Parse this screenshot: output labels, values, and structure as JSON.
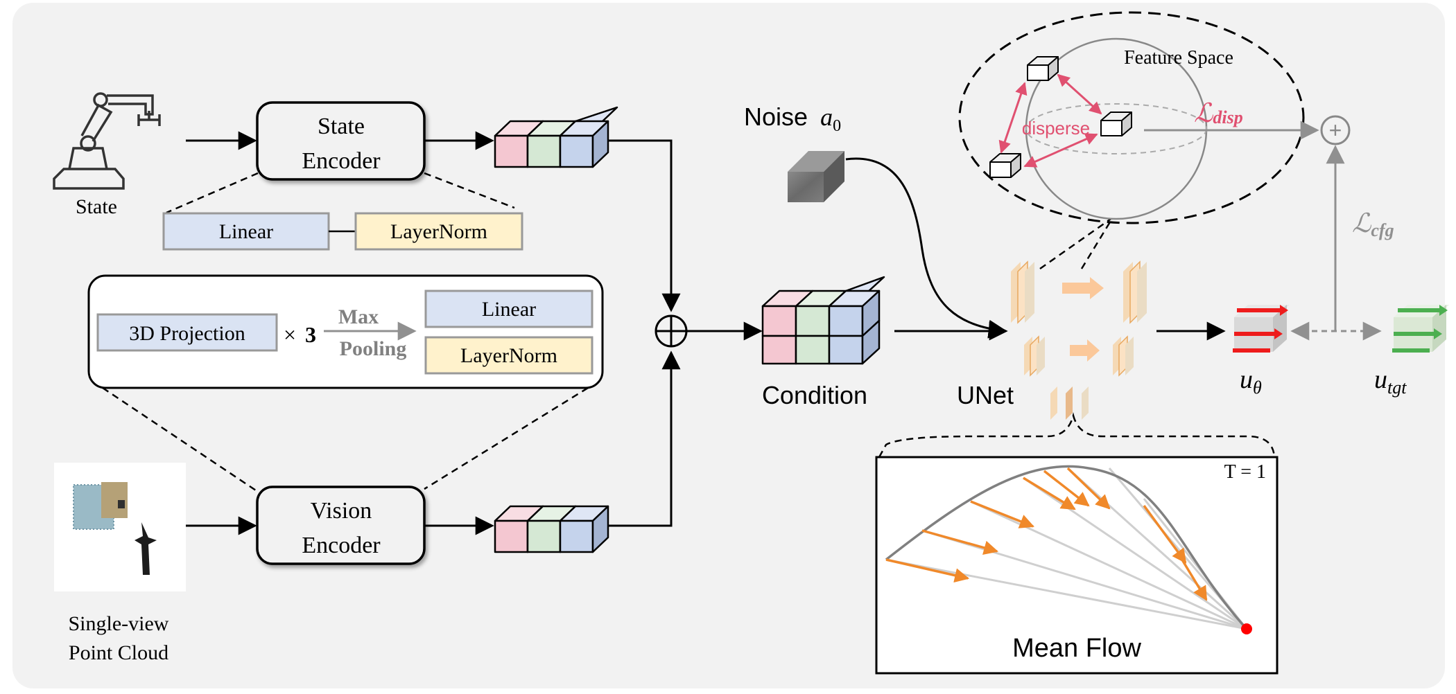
{
  "state": {
    "label": "State",
    "encoder_line1": "State",
    "encoder_line2": "Encoder",
    "linear": "Linear",
    "layernorm": "LayerNorm"
  },
  "vision": {
    "encoder_line1": "Vision",
    "encoder_line2": "Encoder",
    "input_line1": "Single-view",
    "input_line2": "Point Cloud",
    "projection": "3D Projection",
    "times": "×",
    "times_count": "3",
    "pool_line1": "Max",
    "pool_line2": "Pooling",
    "linear": "Linear",
    "layernorm": "LayerNorm"
  },
  "condition": {
    "label": "Condition"
  },
  "noise": {
    "label": "Noise",
    "symbol": "a",
    "subscript": "0"
  },
  "unet": {
    "label": "UNet"
  },
  "feature_space": {
    "title": "Feature Space",
    "disperse": "disperse",
    "loss_disp_script": "ℒ",
    "loss_disp_sub": "disp"
  },
  "loss_cfg": {
    "script": "ℒ",
    "sub": "cfg"
  },
  "outputs": {
    "u_theta_base": "u",
    "u_theta_sub": "θ",
    "u_tgt_base": "u",
    "u_tgt_sub": "tgt",
    "plus": "+"
  },
  "mean_flow": {
    "title": "Mean Flow",
    "t_label": "T = 1"
  },
  "colors": {
    "background": "#f2f2f2",
    "blue_block": "#dae3f3",
    "yellow_block": "#fff2cc",
    "pink_cube": "#f4c7d1",
    "green_cube": "#d5e8d4",
    "blue_cube": "#c5d3ec",
    "disp_red": "#e05070",
    "arrow_orange": "#f0892a",
    "target_point": "#ff0000",
    "u_theta_red": "#ee1c1c",
    "u_tgt_green": "#4caf50",
    "gray": "#888888"
  }
}
